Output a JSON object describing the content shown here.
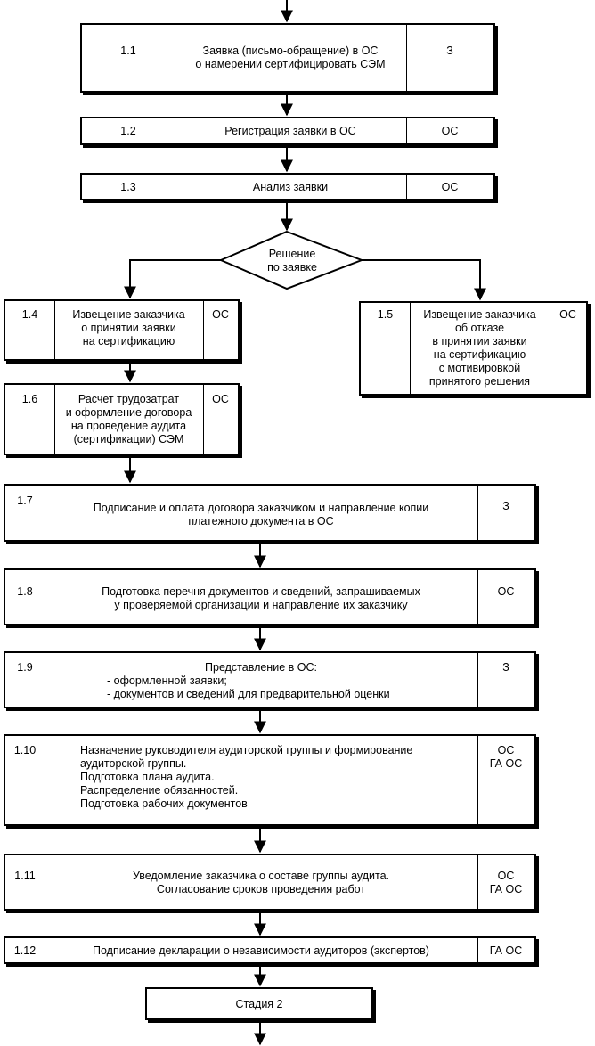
{
  "steps": [
    {
      "id": "s1_1",
      "num": "1.1",
      "text": "Заявка (письмо-обращение) в ОС\nо намерении сертифицировать СЭМ",
      "who": "З"
    },
    {
      "id": "s1_2",
      "num": "1.2",
      "text": "Регистрация заявки в ОС",
      "who": "ОС"
    },
    {
      "id": "s1_3",
      "num": "1.3",
      "text": "Анализ заявки",
      "who": "ОС"
    },
    {
      "id": "s1_4",
      "num": "1.4",
      "text": "Извещение заказчика\nо принятии заявки\nна сертификацию",
      "who": "ОС"
    },
    {
      "id": "s1_5",
      "num": "1.5",
      "text": "Извещение заказчика\nоб отказе\nв принятии заявки\nна сертификацию\nс мотивировкой\nпринятого решения",
      "who": "ОС"
    },
    {
      "id": "s1_6",
      "num": "1.6",
      "text": "Расчет трудозатрат\nи оформление договора\nна проведение аудита\n(сертификации) СЭМ",
      "who": "ОС"
    },
    {
      "id": "s1_7",
      "num": "1.7",
      "text": "Подписание и оплата договора заказчиком и направление копии\nплатежного документа в ОС",
      "who": "З"
    },
    {
      "id": "s1_8",
      "num": "1.8",
      "text": "Подготовка перечня документов и сведений, запрашиваемых\nу проверяемой организации и направление их заказчику",
      "who": "ОС"
    },
    {
      "id": "s1_9",
      "num": "1.9",
      "title": "Представление в ОС:",
      "text": "- оформленной заявки;\n- документов и сведений для предварительной оценки",
      "who": "З"
    },
    {
      "id": "s1_10",
      "num": "1.10",
      "text": "Назначение руководителя аудиторской группы и формирование\nаудиторской группы.\nПодготовка плана аудита.\nРаспределение обязанностей.\nПодготовка рабочих документов",
      "who": "ОС\nГА ОС"
    },
    {
      "id": "s1_11",
      "num": "1.11",
      "text": "Уведомление заказчика о составе группы аудита.\nСогласование сроков проведения работ",
      "who": "ОС\nГА ОС"
    },
    {
      "id": "s1_12",
      "num": "1.12",
      "text": "Подписание декларации о независимости аудиторов (экспертов)",
      "who": "ГА ОС"
    }
  ],
  "decision": {
    "text": "Решение\nпо заявке"
  },
  "final": {
    "text": "Стадия 2"
  }
}
